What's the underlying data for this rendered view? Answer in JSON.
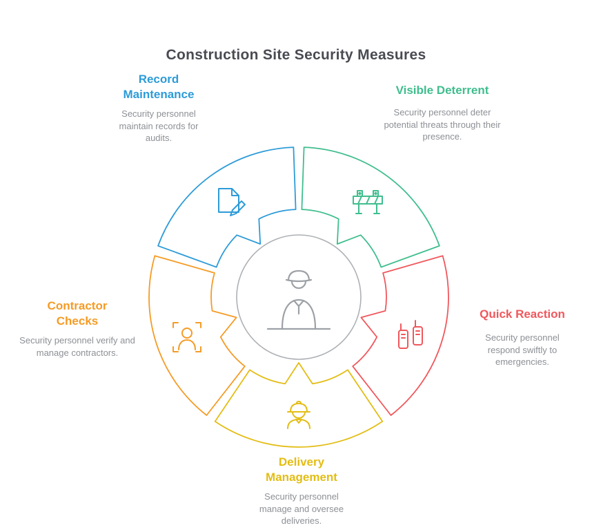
{
  "title": "Construction Site Security Measures",
  "colors": {
    "title": "#4a4b52",
    "description_text": "#8d9095",
    "hub_ring": "#adb0b4",
    "center_icon": "#9da1a6"
  },
  "center": {
    "icon": "security-guard-desk-icon"
  },
  "sections": [
    {
      "label": "Record Maintenance",
      "description": "Security personnel maintain records for audits.",
      "color": "#2d9bd8",
      "icon": "document-edit-icon",
      "position": "top-left"
    },
    {
      "label": "Visible Deterrent",
      "description": "Security personnel deter potential threats through their presence.",
      "color": "#3fbe8e",
      "icon": "safety-barrier-icon",
      "position": "top-right"
    },
    {
      "label": "Quick Reaction",
      "description": "Security personnel respond swiftly to emergencies.",
      "color": "#f0575c",
      "icon": "walkie-talkie-icon",
      "position": "right"
    },
    {
      "label": "Delivery Management",
      "description": "Security personnel manage and oversee deliveries.",
      "color": "#e3bd14",
      "icon": "delivery-worker-icon",
      "position": "bottom"
    },
    {
      "label": "Contractor Checks",
      "description": "Security personnel verify and manage contractors.",
      "color": "#f59b25",
      "icon": "contractor-id-icon",
      "position": "left"
    }
  ]
}
